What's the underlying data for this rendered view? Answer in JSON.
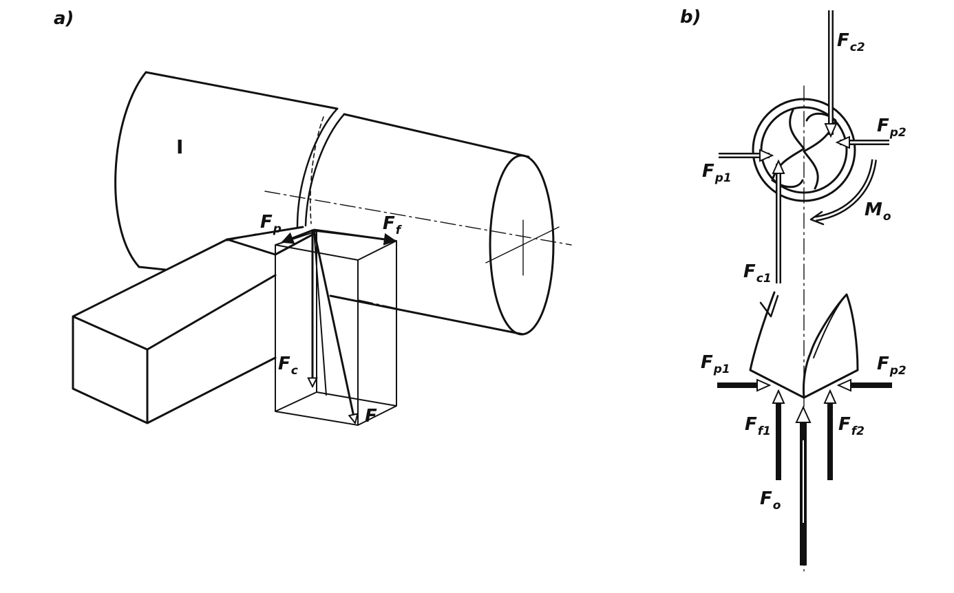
{
  "panel_a": {
    "label": "a)",
    "workpiece_mark": "I",
    "forces": [
      {
        "key": "fp",
        "main": "F",
        "sub": "p"
      },
      {
        "key": "ff",
        "main": "F",
        "sub": "f"
      },
      {
        "key": "fc",
        "main": "F",
        "sub": "c"
      },
      {
        "key": "f",
        "main": "F",
        "sub": ""
      }
    ]
  },
  "panel_b": {
    "label": "b)",
    "forces": [
      {
        "key": "fc2",
        "main": "F",
        "sub": "c2"
      },
      {
        "key": "fp2t",
        "main": "F",
        "sub": "p2"
      },
      {
        "key": "fp1t",
        "main": "F",
        "sub": "p1"
      },
      {
        "key": "mo",
        "main": "M",
        "sub": "o"
      },
      {
        "key": "fc1",
        "main": "F",
        "sub": "c1"
      },
      {
        "key": "fp1b",
        "main": "F",
        "sub": "p1"
      },
      {
        "key": "fp2b",
        "main": "F",
        "sub": "p2"
      },
      {
        "key": "ff1",
        "main": "F",
        "sub": "f1"
      },
      {
        "key": "ff2",
        "main": "F",
        "sub": "f2"
      },
      {
        "key": "fo",
        "main": "F",
        "sub": "o"
      }
    ]
  }
}
